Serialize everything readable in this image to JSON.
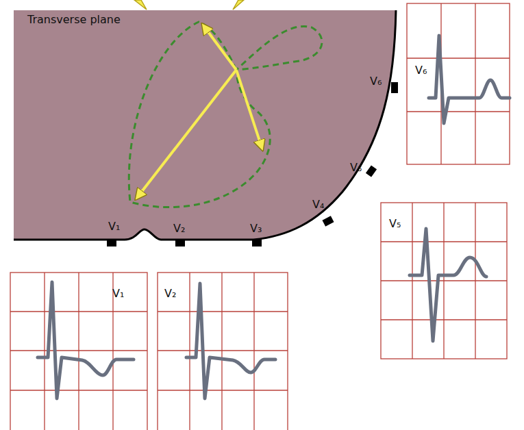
{
  "diagram": {
    "labels": [
      "Transverse plane",
      "V₆",
      "V₅",
      "V₄",
      "V₁",
      "V₂",
      "V₃",
      "V₆",
      "V₁",
      "V₂",
      "V₅"
    ]
  }
}
